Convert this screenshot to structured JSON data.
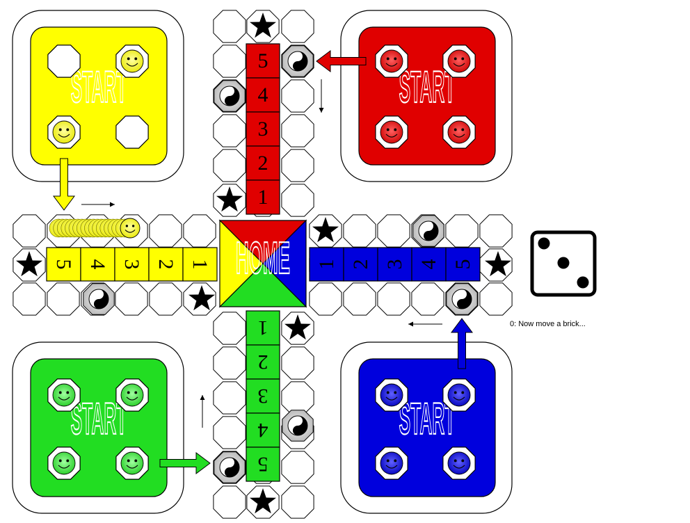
{
  "board": {
    "home_label": "HOME",
    "start_label": "START",
    "colors": {
      "yellow": "#ffff00",
      "red": "#e00000",
      "blue": "#0000dd",
      "green": "#22dd22"
    },
    "lane_numbers": [
      "1",
      "2",
      "3",
      "4",
      "5"
    ],
    "pieces": {
      "yellow_in_start": 2,
      "yellow_on_track": 1,
      "red_in_start": 4,
      "green_in_start": 4,
      "blue_in_start": 4
    },
    "icons": [
      "star-icon",
      "yin-yang-icon",
      "smiley-token-icon",
      "entry-arrow-icon",
      "direction-arrow-icon"
    ]
  },
  "dice": {
    "value": 3
  },
  "status": {
    "message": "0: Now move a brick..."
  }
}
